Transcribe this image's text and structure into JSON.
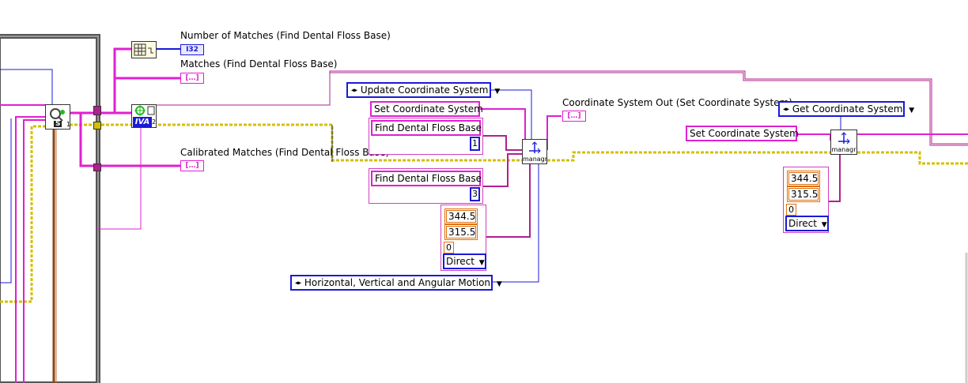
{
  "indicators": {
    "number_of_matches": "Number of Matches (Find Dental Floss Base)",
    "matches": "Matches (Find Dental Floss Base)",
    "calibrated_matches": "Calibrated Matches (Find Dental Floss Base)",
    "coord_system_out": "Coordinate System Out (Set Coordinate System)",
    "i32_badge": "I32",
    "cluster_badge": "[…]"
  },
  "block1": {
    "ring_update": "Update Coordinate System",
    "str_set": "Set Coordinate System",
    "cluster_a_text": "Find Dental Floss Base",
    "cluster_a_num": "1",
    "cluster_b_text": "Find Dental Floss Base",
    "cluster_b_num": "3",
    "val_x": "344.5",
    "val_y": "315.5",
    "val_angle": "0",
    "mode": "Direct",
    "ring_motion": "Horizontal, Vertical and Angular Motion",
    "node_label": "managr"
  },
  "block2": {
    "ring_get": "Get Coordinate System",
    "str_set": "Set Coordinate System",
    "val_x": "344.5",
    "val_y": "315.5",
    "val_angle": "0",
    "mode": "Direct",
    "node_label": "managr"
  },
  "left_nodes": {
    "search_label": "S",
    "ivp_label": "IVA",
    "ivp_index": "2",
    "search_index": "1"
  },
  "colors": {
    "string_wire": "#e020d0",
    "cluster_wire": "#b02090",
    "ref_wire_yellow": "#d4c000",
    "enum_wire": "#1a1ad8",
    "error_wire": "#8b4513"
  }
}
